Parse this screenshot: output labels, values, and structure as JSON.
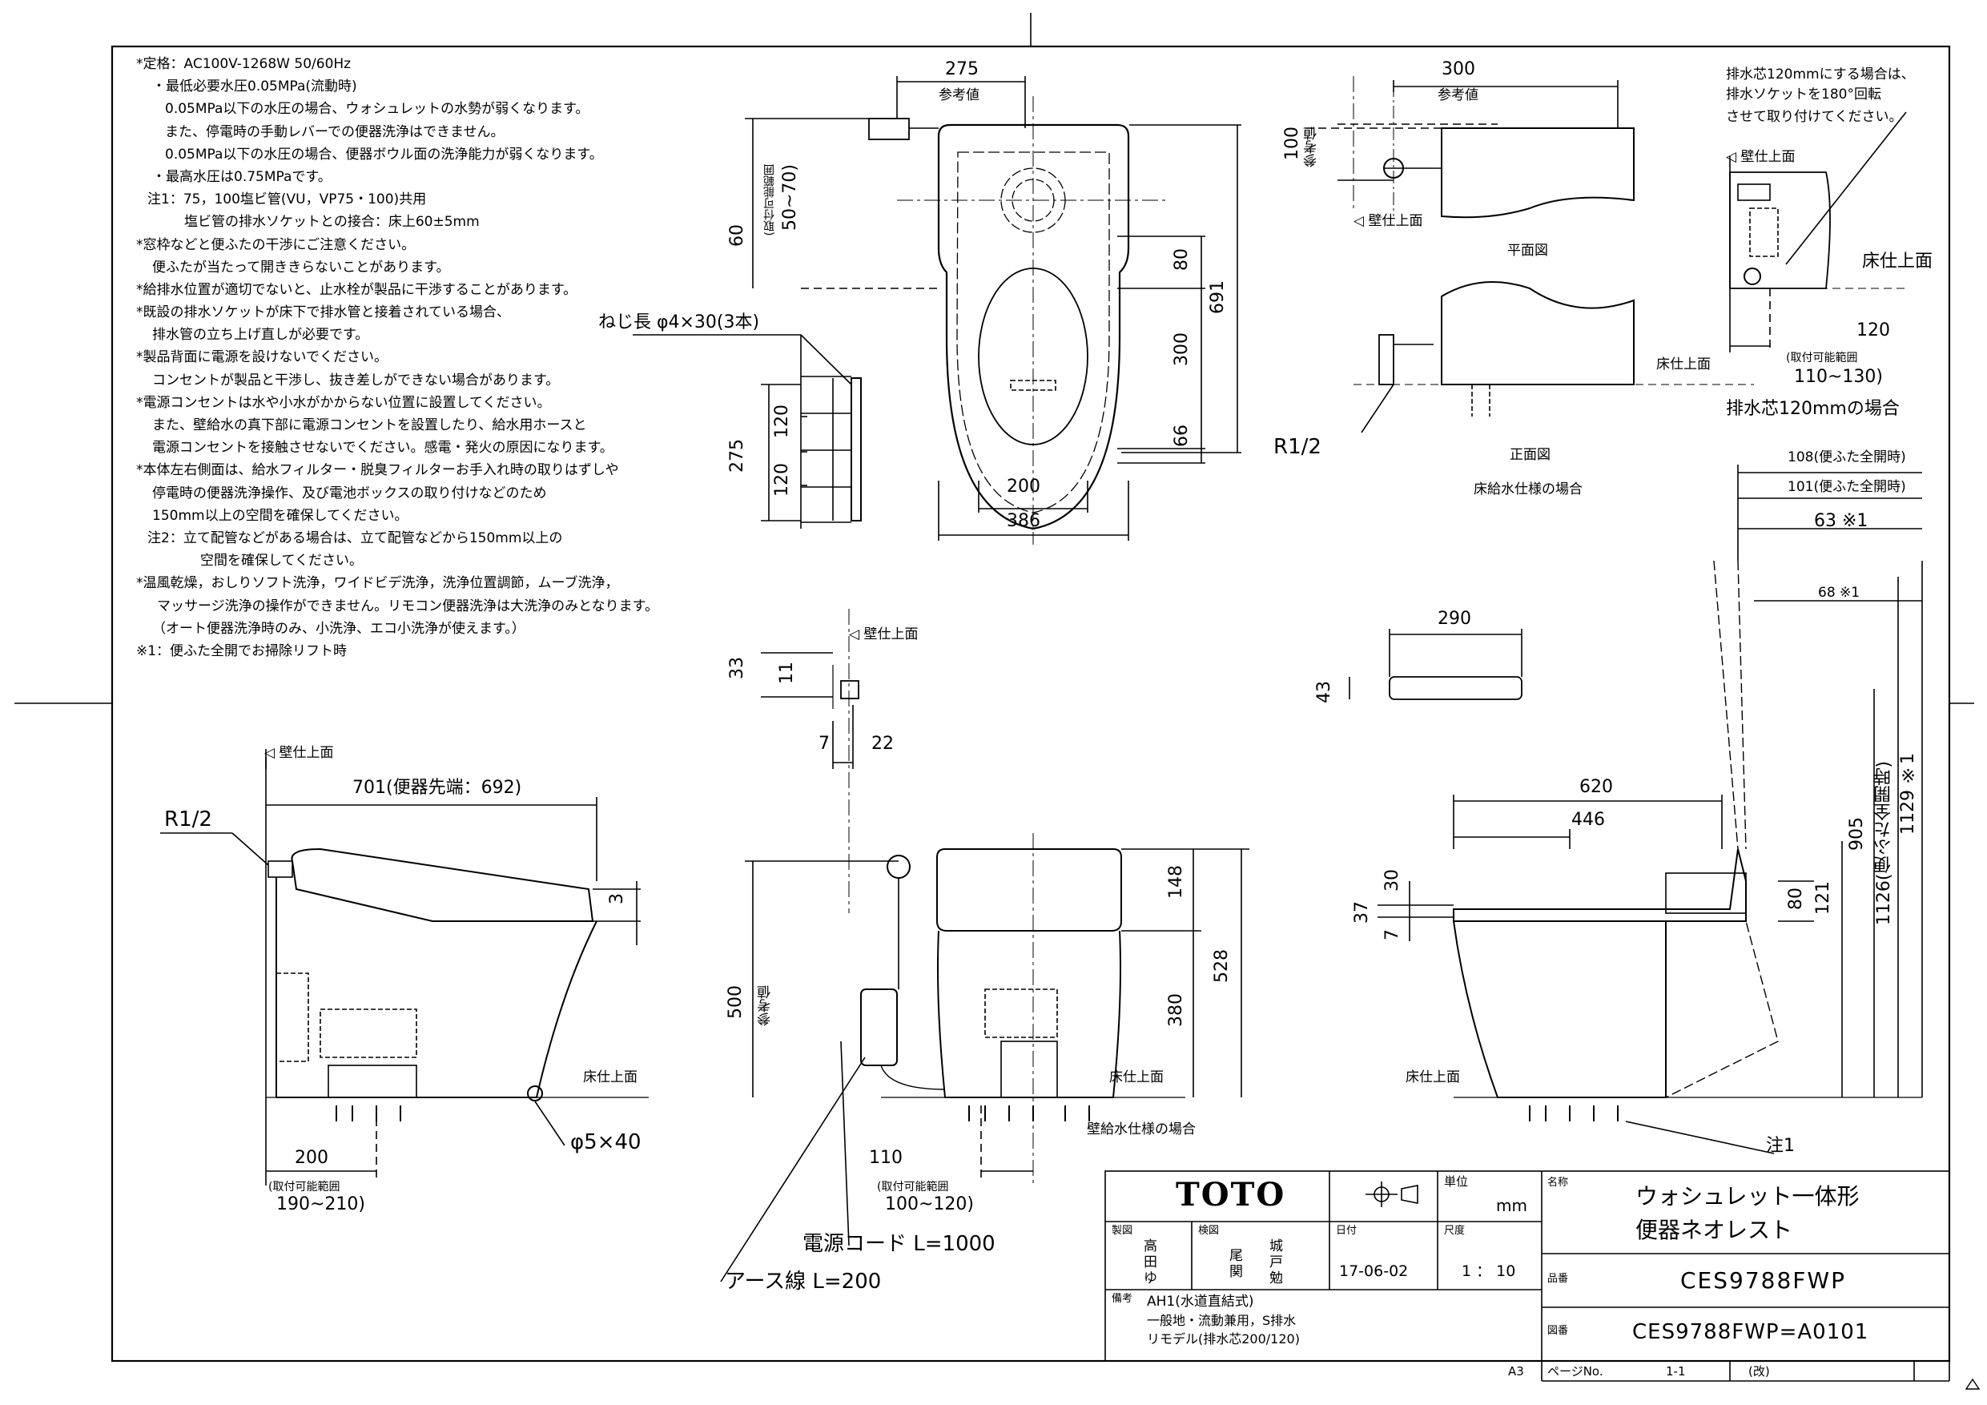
{
  "notes": [
    "*定格：AC100V-1268W 50/60Hz",
    "・最低必要水圧0.05MPa(流動時)",
    "0.05MPa以下の水圧の場合、ウォシュレットの水勢が弱くなります。",
    "また、停電時の手動レバーでの便器洗浄はできません。",
    "0.05MPa以下の水圧の場合、便器ボウル面の洗浄能力が弱くなります。",
    "・最高水圧は0.75MPaです。",
    "注1：75，100塩ビ管(VU，VP75・100)共用",
    "塩ビ管の排水ソケットとの接合：床上60±5mm",
    "*窓枠などと便ふたの干渉にご注意ください。",
    "便ふたが当たって開ききらないことがあります。",
    "*給排水位置が適切でないと、止水栓が製品に干渉することがあります。",
    "*既設の排水ソケットが床下で排水管と接着されている場合、",
    "排水管の立ち上げ直しが必要です。",
    "*製品背面に電源を設けないでください。",
    "コンセントが製品と干渉し、抜き差しができない場合があります。",
    "*電源コンセントは水や小水がかからない位置に設置してください。",
    "また、壁給水の真下部に電源コンセントを設置したり、給水用ホースと",
    "電源コンセントを接触させないでください。感電・発火の原因になります。",
    "*本体左右側面は、給水フィルター・脱臭フィルターお手入れ時の取りはずしや",
    "停電時の便器洗浄操作、及び電池ボックスの取り付けなどのため",
    "150mm以上の空間を確保してください。",
    "注2：立て配管などがある場合は、立て配管などから150mm以上の",
    "空間を確保してください。",
    "*温風乾燥，おしりソフト洗浄，ワイドビデ洗浄，洗浄位置調節，ムーブ洗浄，",
    "マッサージ洗浄の操作ができません。リモコン便器洗浄は大洗浄のみとなります。",
    "（オート便器洗浄時のみ、小洗浄、エコ小洗浄が使えます。）",
    "※1：便ふた全開でお掃除リフト時"
  ],
  "top_view": {
    "dim_275": "275",
    "dim_275_ref": "参考値",
    "dim_60": "60",
    "range_label": "(取付可能範囲",
    "range_value": "50~70)",
    "dim_80": "80",
    "dim_300": "300",
    "dim_66": "66",
    "dim_691": "691",
    "dim_200": "200",
    "dim_386": "386",
    "screw": "ねじ長 φ4×30(3本)",
    "dim_275b": "275",
    "dim_120a": "120",
    "dim_120b": "120"
  },
  "plan_view": {
    "dim_300": "300",
    "dim_300_ref": "参考値",
    "dim_100": "100",
    "dim_100_ref": "参考値",
    "wall_face": "壁仕上面",
    "plan_label": "平面図",
    "floor_face": "床仕上面",
    "r12": "R1/2",
    "front_label": "正面図",
    "floor_supply": "床給水仕様の場合"
  },
  "drain_note": {
    "lines": [
      "排水芯120mmにする場合は、",
      "排水ソケットを180°回転",
      "させて取り付けてください。"
    ],
    "wall_face": "壁仕上面",
    "floor_face": "床仕上面",
    "dim_120": "120",
    "range_label": "(取付可能範囲",
    "range_value": "110~130)",
    "caption": "排水芯120mmの場合"
  },
  "remote": {
    "wall_face": "壁仕上面",
    "dim_33": "33",
    "dim_11": "11",
    "dim_7": "7",
    "dim_22": "22",
    "dim_290": "290",
    "dim_43": "43"
  },
  "side_view": {
    "wall_face": "壁仕上面",
    "dim_701": "701(便器先端：692)",
    "r12": "R1/2",
    "dim_3": "3",
    "floor_face": "床仕上面",
    "screw": "φ5×40",
    "dim_200": "200",
    "range_label": "(取付可能範囲",
    "range_value": "190~210)"
  },
  "front_view": {
    "dim_500": "500",
    "dim_500_ref": "参考値",
    "dim_148": "148",
    "dim_380": "380",
    "dim_528": "528",
    "floor_face": "床仕上面",
    "wall_supply": "壁給水仕様の場合",
    "dim_110": "110",
    "range_label": "(取付可能範囲",
    "range_value": "100~120)",
    "power_cord": "電源コード L=1000",
    "earth_wire": "アース線 L=200"
  },
  "right_view": {
    "dim_108": "108(便ふた全開時)",
    "dim_101": "101(便ふた全開時)",
    "dim_63": "63 ※1",
    "dim_68": "68 ※1",
    "dim_620": "620",
    "dim_446": "446",
    "dim_905": "905",
    "dim_1126": "1126(便ふた全開時)",
    "dim_1129": "1129 ※1",
    "dim_30": "30",
    "dim_37": "37",
    "dim_7": "7",
    "dim_80": "80",
    "dim_121": "121",
    "floor_face": "床仕上面",
    "note1": "注1"
  },
  "title_block": {
    "brand": "TOTO",
    "unit_label": "単位",
    "unit": "mm",
    "name_label": "名称",
    "name_line1": "ウォシュレット一体形",
    "name_line2": "便器ネオレスト",
    "seizu_label": "製図",
    "seizu_a": "高",
    "seizu_b": "田",
    "seizu_c": "ゆ",
    "kenzu_label": "検図",
    "kenzu_a": "尾",
    "kenzu_b": "関",
    "kenzu_c": "城",
    "kenzu_d": "戸",
    "kenzu_e": "勉",
    "date_label": "日付",
    "date": "17-06-02",
    "scale_label": "尺度",
    "scale": "1 ： 10",
    "part_label": "品番",
    "part": "CES9788FWP",
    "remarks_label": "備考",
    "remarks_1": "AH1(水道直結式)",
    "remarks_2": "一般地・流動兼用，S排水",
    "remarks_3": "リモデル(排水芯200/120)",
    "drawing_label": "図番",
    "drawing": "CES9788FWP=A0101",
    "paper": "A3",
    "page_label": "ページNo.",
    "page": "1-1",
    "rev": "(改)"
  }
}
